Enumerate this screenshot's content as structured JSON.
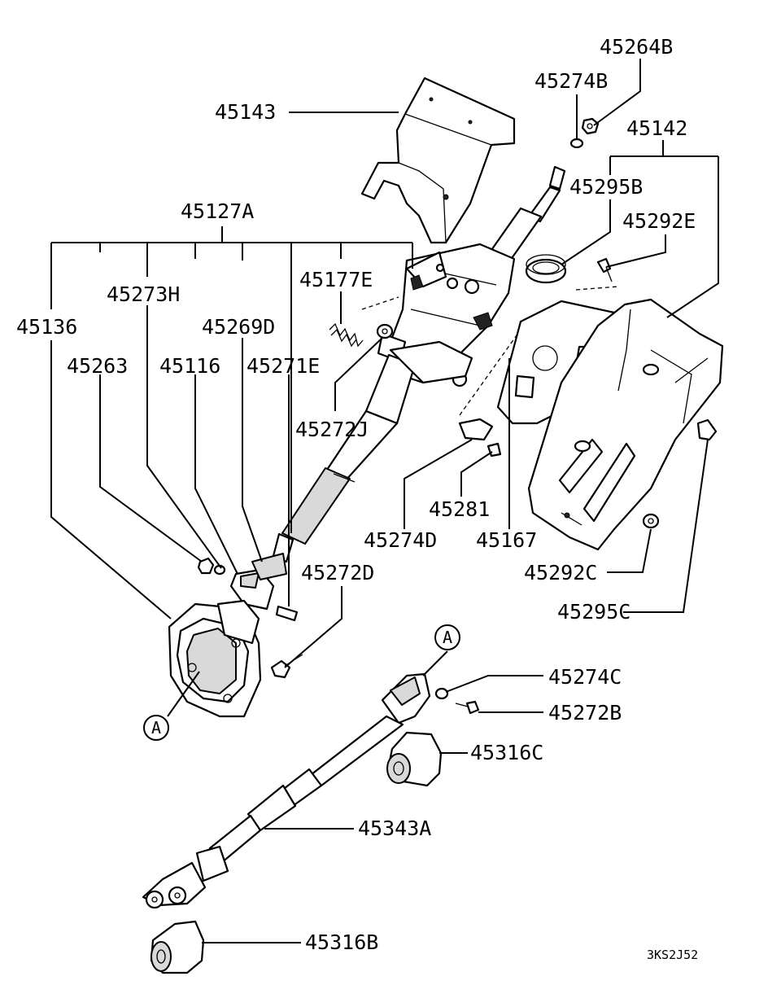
{
  "labels": {
    "p45264B": "45264B",
    "p45274B": "45274B",
    "p45143": "45143",
    "p45142": "45142",
    "p45295B": "45295B",
    "p45292E": "45292E",
    "p45127A": "45127A",
    "p45273H": "45273H",
    "p45177E": "45177E",
    "p45136": "45136",
    "p45269D": "45269D",
    "p45263": "45263",
    "p45116": "45116",
    "p45271E": "45271E",
    "p45272J": "45272J",
    "p45281": "45281",
    "p45274D": "45274D",
    "p45167": "45167",
    "p45272D": "45272D",
    "p45292C": "45292C",
    "p45295C": "45295C",
    "p45274C": "45274C",
    "p45272B": "45272B",
    "p45316C": "45316C",
    "p45343A": "45343A",
    "p45316B": "45316B"
  },
  "markers": {
    "a_upper": "A",
    "a_lower": "A"
  },
  "diagram_code": "3KS2J52"
}
